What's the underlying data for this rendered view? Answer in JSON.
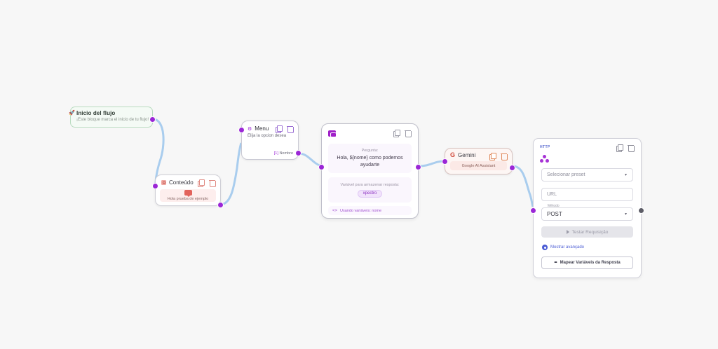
{
  "canvas": {
    "background": "#f7f7f7",
    "edge_color": "#a9cdee",
    "port_color": "#9b27d6"
  },
  "nodes": {
    "start": {
      "title": "Inicio del flujo",
      "subtitle": "¡Este bloque marca el inicio de tu flujo!",
      "icon": "rocket-icon",
      "accent": "#b9dcc0"
    },
    "content": {
      "title": "Conteúdo",
      "body_text": "Hola prueba de ejemplo",
      "icon": "content-block-icon",
      "accent": "#e2635c"
    },
    "menu": {
      "title": "Menu",
      "subtitle": "Elija la opcion desea",
      "option_index": "[1]",
      "option_label": "Nombre",
      "icon": "menu-icon",
      "accent": "#9b27d6"
    },
    "question": {
      "question_label": "Pergunta:",
      "question_text": "Hola, ${nome} como podemos ayudarte",
      "variable_label": "Variável para armazenar resposta:",
      "variable_chip": "xpectro",
      "vars_icon": "code-brackets-icon",
      "vars_text": "Usando variáveis: nome",
      "icon": "chat-bubbles-icon",
      "accent": "#a020c8"
    },
    "gemini": {
      "title": "Gemini",
      "logo": "G",
      "badge": "Google AI Assistant",
      "accent": "#d14b3c"
    },
    "http": {
      "label": "HTTP",
      "icon": "network-share-icon",
      "preset_placeholder": "Selecionar preset",
      "url_placeholder": "URL",
      "method_label": "Método",
      "method_value": "POST",
      "test_button": "Testar Requisição",
      "advanced_link": "Mostrar avançado",
      "map_button": "Mapear Variáveis da Resposta",
      "accent": "#4a5bd4"
    }
  },
  "icons": {
    "copy": "copy-icon",
    "trash": "trash-icon",
    "chevron": "chevron-down-icon",
    "play": "play-icon",
    "gear": "gear-icon"
  }
}
